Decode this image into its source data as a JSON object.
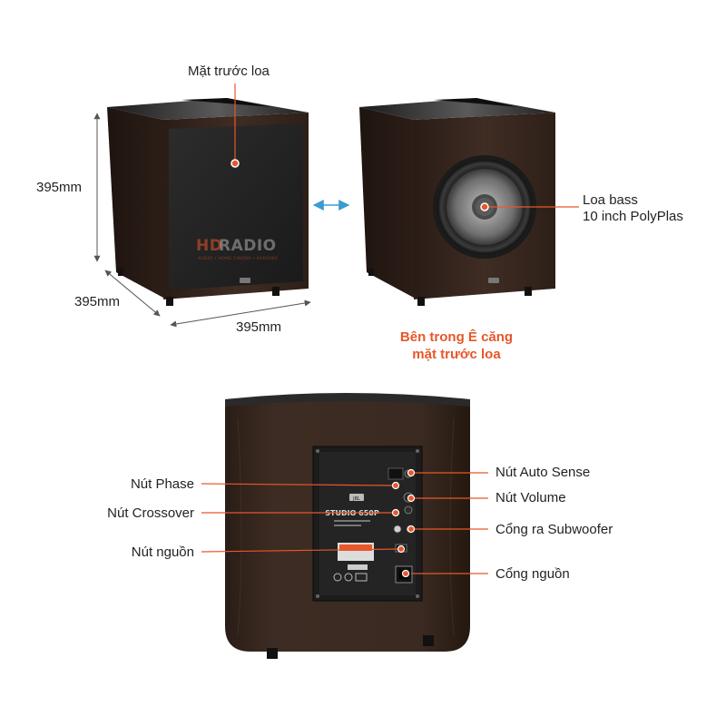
{
  "dimensions": {
    "height": "395mm",
    "depth": "395mm",
    "width": "395mm"
  },
  "labels": {
    "front_grille": "Mặt trước loa",
    "woofer_line1": "Loa bass",
    "woofer_line2": "10 inch PolyPlas",
    "inside_line1": "Bên trong Ê căng",
    "inside_line2": "mặt trước loa",
    "phase": "Nút Phase",
    "crossover": "Nút Crossover",
    "power_button": "Nút nguồn",
    "auto_sense": "Nút Auto Sense",
    "volume": "Nút Volume",
    "sub_out": "Cổng ra Subwoofer",
    "power_port": "Cổng nguồn"
  },
  "watermark": {
    "brand_hd": "HD",
    "brand_radio": "RADIO",
    "tagline": "AUDIO • HOME CINEMA • KARAOKE"
  },
  "panel": {
    "model": "STUDIO 650P",
    "logo": "JBL"
  },
  "colors": {
    "accent": "#e8572a",
    "arrow": "#3a9bd5",
    "wood": "#3a2a22",
    "text": "#231f20",
    "dimension_line": "#555555"
  }
}
